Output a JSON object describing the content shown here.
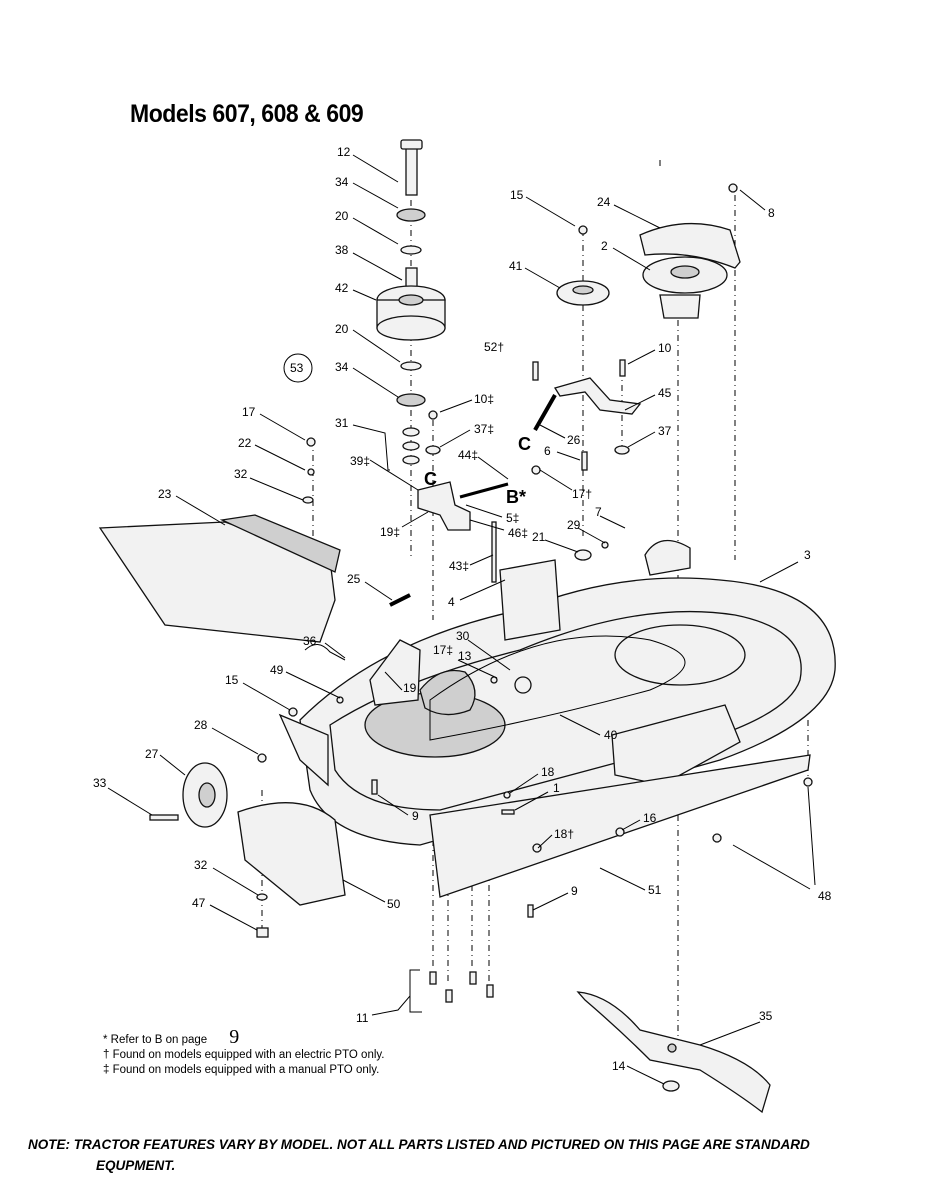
{
  "title": "Models 607, 608 & 609",
  "callouts": {
    "c12": "12",
    "c34a": "34",
    "c20a": "20",
    "c38": "38",
    "c42": "42",
    "c20b": "20",
    "c34b": "34",
    "c53": "53",
    "c31": "31",
    "c17a": "17",
    "c22": "22",
    "c32a": "32",
    "c23": "23",
    "c39": "39‡",
    "c19a": "19‡",
    "c10a": "10‡",
    "c37a": "37‡",
    "c44": "44‡",
    "c5": "5‡",
    "c46": "46‡",
    "c15a": "15",
    "c24": "24",
    "c8": "8",
    "c41": "41",
    "c2": "2",
    "c52": "52†",
    "c10b": "10",
    "c45": "45",
    "c26": "26",
    "c6": "6",
    "c17b": "17†",
    "c37b": "37",
    "c7": "7",
    "c29": "29",
    "c21": "21",
    "c3": "3",
    "c43": "43‡",
    "c25": "25",
    "c4": "4",
    "c36": "36",
    "c30": "30",
    "c17c": "17‡",
    "c13": "13",
    "c19b": "19",
    "c49": "49",
    "c15b": "15",
    "c28": "28",
    "c27": "27",
    "c33": "33",
    "c40": "40",
    "c18a": "18",
    "c1": "1",
    "c9a": "9",
    "c18b": "18†",
    "c16": "16",
    "c48": "48",
    "c51": "51",
    "c9b": "9",
    "c32b": "32",
    "c50": "50",
    "c47": "47",
    "c11": "11",
    "c35": "35",
    "c14": "14",
    "cC1": "C",
    "cC2": "C",
    "cB": "B*"
  },
  "legend": {
    "refer_text": "* Refer to B on page",
    "refer_page": "9",
    "electric": "† Found on models equipped with an electric PTO only.",
    "manual": "‡ Found on models equipped with a manual PTO only."
  },
  "note": {
    "line1": "NOTE: TRACTOR FEATURES VARY BY MODEL. NOT ALL PARTS LISTED AND PICTURED ON THIS PAGE ARE STANDARD",
    "line2": "EQUPMENT."
  }
}
